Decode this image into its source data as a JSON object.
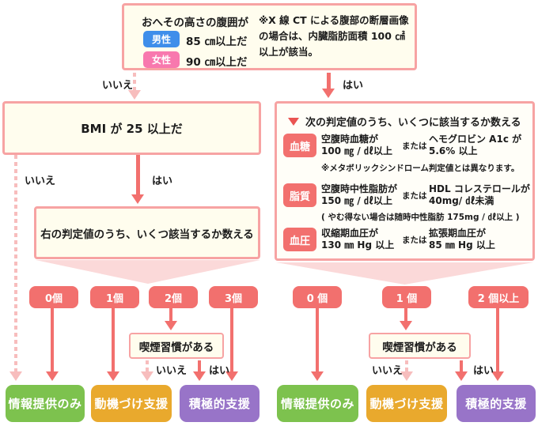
{
  "top_box": {
    "title": "おへその高さの腹囲が",
    "male_label": "男性",
    "male_text": "85 ㎝以上だ",
    "female_label": "女性",
    "female_text": "90 ㎝以上だ",
    "note": "※X 線 CT による腹部の断層画像の場合は、内臓脂肪面積 100 ㎠以上が該当。"
  },
  "labels": {
    "yes": "はい",
    "no": "いいえ"
  },
  "left_branch": {
    "bmi_box": "BMI が 25 以上だ",
    "count_box": "右の判定値のうち、いくつ該当するか数える",
    "badges": [
      "0個",
      "1個",
      "2個",
      "3個"
    ],
    "smoking_box": "喫煙習慣がある"
  },
  "right_branch": {
    "header": "次の判定値のうち、いくつに該当するか数える",
    "rows": [
      {
        "badge": "血糖",
        "left_line1": "空腹時血糖が",
        "left_line2": "100 ㎎ / ㎗以上",
        "or": "または",
        "right_line1": "ヘモグロビン A1c が",
        "right_line2": "5.6% 以上",
        "note": "※メタボリックシンドローム判定値とは異なります。"
      },
      {
        "badge": "脂質",
        "left_line1": "空腹時中性脂肪が",
        "left_line2": "150 ㎎ / ㎗以上",
        "or": "または",
        "right_line1": "HDL コレステロールが",
        "right_line2": "40mg/ ㎗未満",
        "note": "( やむ得ない場合は随時中性脂肪 175mg / ㎗以上 )"
      },
      {
        "badge": "血圧",
        "left_line1": "収縮期血圧が",
        "left_line2": "130 ㎜ Hg 以上",
        "or": "または",
        "right_line1": "拡張期血圧が",
        "right_line2": "85 ㎜ Hg 以上"
      }
    ],
    "badges": [
      "0 個",
      "1 個",
      "2 個以上"
    ],
    "smoking_box": "喫煙習慣がある"
  },
  "results": {
    "info": "情報提供のみ",
    "motivation": "動機づけ支援",
    "active": "積極的支援"
  },
  "colors": {
    "salmon": "#F2706E",
    "pink_border": "#F7A3A3",
    "cream": "#FFFDEE",
    "light_pink_fan": "#FBD9D9",
    "dashed_pink": "#F7BDBD",
    "male_blue": "#3F8EEA",
    "female_pink": "#F878AE",
    "result_green": "#7DC24E",
    "result_orange": "#E9A92D",
    "result_purple": "#9874C8"
  }
}
